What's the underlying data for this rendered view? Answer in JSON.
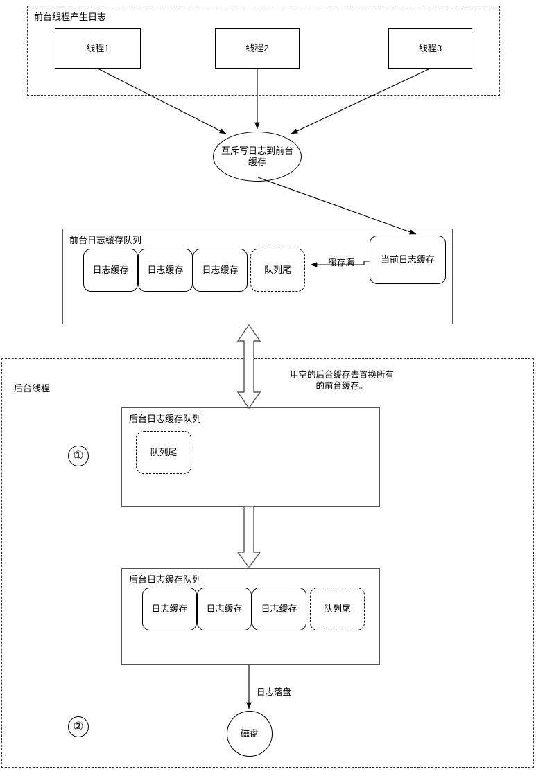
{
  "diagram": {
    "title_groups": {
      "frontend": "前台线程产生日志",
      "backend": "后台线程"
    },
    "threads": [
      {
        "label": "线程1"
      },
      {
        "label": "线程2"
      },
      {
        "label": "线程3"
      }
    ],
    "mutex_node": "互斥写日志到前台缓存",
    "frontend_queue": {
      "title": "前台日志缓存队列",
      "slots": [
        {
          "label": "日志缓存",
          "style": "solid"
        },
        {
          "label": "日志缓存",
          "style": "solid"
        },
        {
          "label": "日志缓存",
          "style": "solid"
        },
        {
          "label": "队列尾",
          "style": "dashed"
        }
      ],
      "current_buffer": "当前日志缓存",
      "full_label": "缓存满"
    },
    "swap_label": "用空的后台缓存去置换所有\n的前台缓存。",
    "backend_queue_empty": {
      "title": "后台日志缓存队列",
      "slots": [
        {
          "label": "队列尾",
          "style": "dashed"
        }
      ]
    },
    "backend_queue_filled": {
      "title": "后台日志缓存队列",
      "slots": [
        {
          "label": "日志缓存",
          "style": "solid"
        },
        {
          "label": "日志缓存",
          "style": "solid"
        },
        {
          "label": "日志缓存",
          "style": "solid"
        },
        {
          "label": "队列尾",
          "style": "dashed"
        }
      ]
    },
    "flush_label": "日志落盘",
    "disk_node": "磁盘",
    "steps": [
      {
        "label": "①"
      },
      {
        "label": "②"
      }
    ],
    "colors": {
      "stroke": "#000000",
      "group_stroke": "#333333",
      "background": "#ffffff"
    }
  }
}
